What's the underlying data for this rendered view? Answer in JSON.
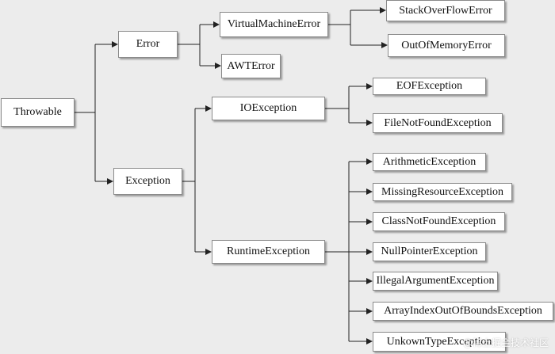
{
  "diagram": {
    "nodes": {
      "throwable": "Throwable",
      "error": "Error",
      "exception": "Exception",
      "virtual_machine_error": "VirtualMachineError",
      "awt_error": "AWTError",
      "stack_overflow_error": "StackOverFlowError",
      "out_of_memory_error": "OutOfMemoryError",
      "io_exception": "IOException",
      "runtime_exception": "RuntimeException",
      "eof_exception": "EOFException",
      "file_not_found_exception": "FileNotFoundException",
      "arithmetic_exception": "ArithmeticException",
      "missing_resource_exception": "MissingResourceException",
      "class_not_found_exception": "ClassNotFoundException",
      "null_pointer_exception": "NullPointerException",
      "illegal_argument_exception": "IllegalArgumentException",
      "array_index_out_of_bounds_exception": "ArrayIndexOutOfBoundsException",
      "unknown_type_exception": "UnkownTypeException"
    },
    "watermark": "@稀土掘金技术社区"
  }
}
